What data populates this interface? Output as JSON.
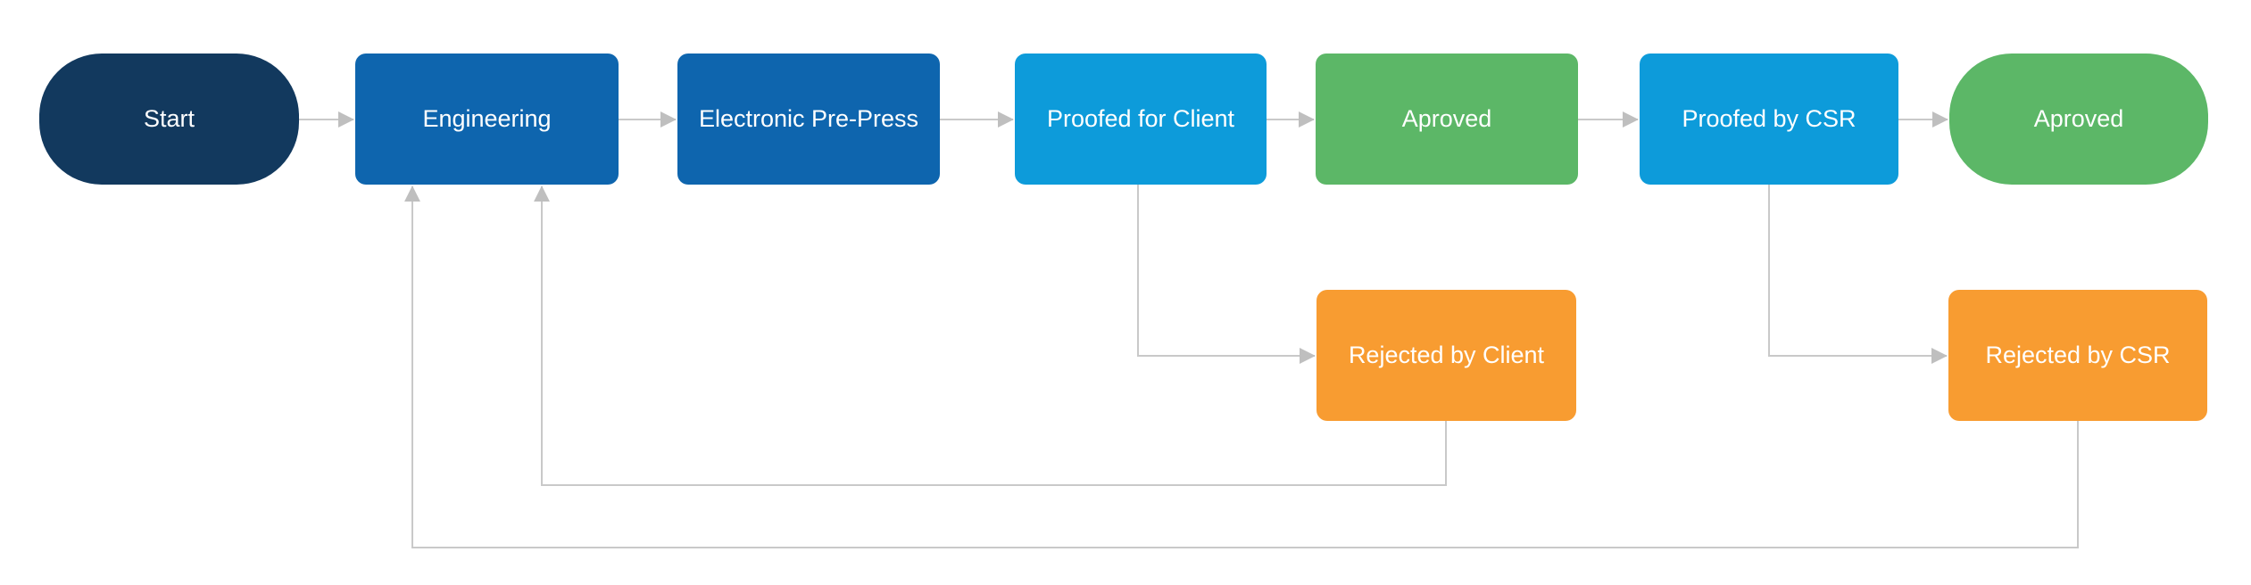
{
  "diagram": {
    "type": "flowchart",
    "nodes": [
      {
        "id": "start",
        "label": "Start",
        "shape": "terminator",
        "color": "#12395E",
        "text_color": "#FFFFFF"
      },
      {
        "id": "engineering",
        "label": "Engineering",
        "shape": "process",
        "color": "#0E65AE",
        "text_color": "#FFFFFF"
      },
      {
        "id": "electronic-pre-press",
        "label": "Electronic Pre-Press",
        "shape": "process",
        "color": "#0E65AE",
        "text_color": "#FFFFFF"
      },
      {
        "id": "proofed-for-client",
        "label": "Proofed for Client",
        "shape": "process",
        "color": "#0D9BDA",
        "text_color": "#FFFFFF"
      },
      {
        "id": "aproved-1",
        "label": "Aproved",
        "shape": "process",
        "color": "#5CB767",
        "text_color": "#FFFFFF"
      },
      {
        "id": "proofed-by-csr",
        "label": "Proofed by CSR",
        "shape": "process",
        "color": "#0D9BDA",
        "text_color": "#FFFFFF"
      },
      {
        "id": "aproved-2",
        "label": "Aproved",
        "shape": "terminator",
        "color": "#5CB767",
        "text_color": "#FFFFFF"
      },
      {
        "id": "rejected-by-client",
        "label": "Rejected by Client",
        "shape": "process",
        "color": "#F89C31",
        "text_color": "#FFFFFF"
      },
      {
        "id": "rejected-by-csr",
        "label": "Rejected by CSR",
        "shape": "process",
        "color": "#F89C31",
        "text_color": "#FFFFFF"
      }
    ],
    "edges": [
      {
        "from": "start",
        "to": "engineering"
      },
      {
        "from": "engineering",
        "to": "electronic-pre-press"
      },
      {
        "from": "electronic-pre-press",
        "to": "proofed-for-client"
      },
      {
        "from": "proofed-for-client",
        "to": "aproved-1"
      },
      {
        "from": "aproved-1",
        "to": "proofed-by-csr"
      },
      {
        "from": "proofed-by-csr",
        "to": "aproved-2"
      },
      {
        "from": "proofed-for-client",
        "to": "rejected-by-client"
      },
      {
        "from": "proofed-by-csr",
        "to": "rejected-by-csr"
      },
      {
        "from": "rejected-by-client",
        "to": "engineering"
      },
      {
        "from": "rejected-by-csr",
        "to": "engineering"
      }
    ],
    "colors": {
      "connector": "#C9C9C9",
      "arrowhead": "#BFBFBF",
      "background": "#FFFFFF",
      "label_text": "#FFFFFF"
    }
  }
}
